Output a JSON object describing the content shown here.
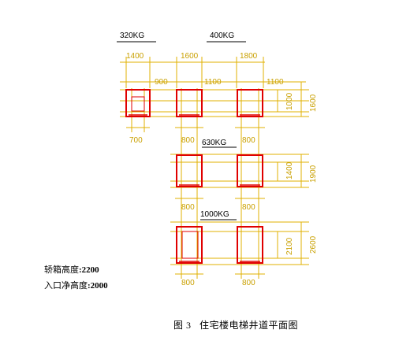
{
  "capacities": {
    "c320": "320KG",
    "c400": "400KG",
    "c630": "630KG",
    "c1000": "1000KG"
  },
  "dims": {
    "top_widths": [
      "1400",
      "1600",
      "1800"
    ],
    "gaps": [
      "900",
      "1100",
      "1100"
    ],
    "row1_depth_inner": "1000",
    "row1_depth_outer": "1600",
    "row2_depth_inner": "1400",
    "row2_depth_outer": "1900",
    "row3_depth_inner": "2100",
    "row3_depth_outer": "2600",
    "door_700": "700",
    "door_row1_mid": "800",
    "door_row1_right": "800",
    "door_row2_mid": "800",
    "door_row2_right": "800",
    "door_row3_mid": "800",
    "door_row3_right": "800"
  },
  "notes": {
    "cab_height_label": "轿箱高度",
    "cab_height_value": "2200",
    "entry_height_label": "入口净高度",
    "entry_height_value": "2000"
  },
  "figure": {
    "number": "图 3",
    "title": "住宅楼电梯井道平面图"
  },
  "colors": {
    "shaft": "#e00000",
    "dimension": "#e0b000",
    "text": "#000000"
  }
}
